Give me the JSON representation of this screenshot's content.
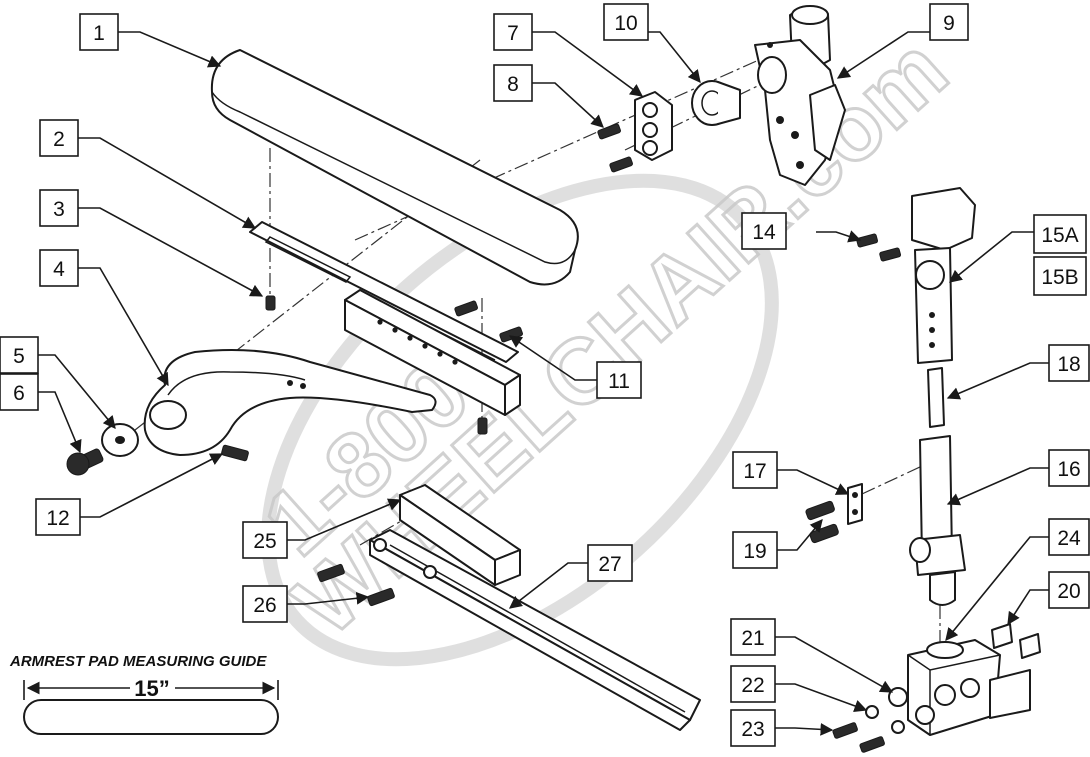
{
  "watermark": {
    "line1": "1-800",
    "line2": "WHEELCHAIR.com"
  },
  "guide": {
    "title": "ARMREST PAD MEASURING GUIDE",
    "dimension": "15”"
  },
  "callouts": [
    {
      "id": "c1",
      "label": "1"
    },
    {
      "id": "c2",
      "label": "2"
    },
    {
      "id": "c3",
      "label": "3"
    },
    {
      "id": "c4",
      "label": "4"
    },
    {
      "id": "c5",
      "label": "5"
    },
    {
      "id": "c6",
      "label": "6"
    },
    {
      "id": "c7",
      "label": "7"
    },
    {
      "id": "c8",
      "label": "8"
    },
    {
      "id": "c9",
      "label": "9"
    },
    {
      "id": "c10",
      "label": "10"
    },
    {
      "id": "c11",
      "label": "11"
    },
    {
      "id": "c12",
      "label": "12"
    },
    {
      "id": "c14",
      "label": "14"
    },
    {
      "id": "c15a",
      "label": "15A"
    },
    {
      "id": "c15b",
      "label": "15B"
    },
    {
      "id": "c16",
      "label": "16"
    },
    {
      "id": "c17",
      "label": "17"
    },
    {
      "id": "c18",
      "label": "18"
    },
    {
      "id": "c19",
      "label": "19"
    },
    {
      "id": "c20",
      "label": "20"
    },
    {
      "id": "c21",
      "label": "21"
    },
    {
      "id": "c22",
      "label": "22"
    },
    {
      "id": "c23",
      "label": "23"
    },
    {
      "id": "c24",
      "label": "24"
    },
    {
      "id": "c25",
      "label": "25"
    },
    {
      "id": "c26",
      "label": "26"
    },
    {
      "id": "c27",
      "label": "27"
    }
  ]
}
